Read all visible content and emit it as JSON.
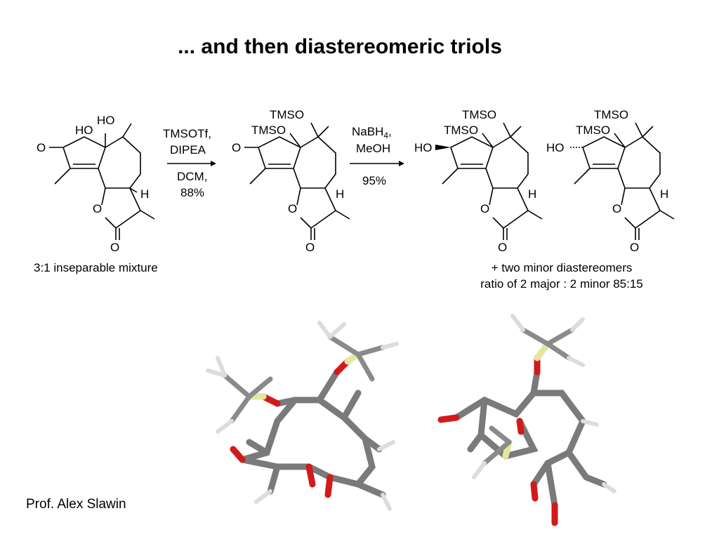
{
  "title": "... and  then diastereomeric triols",
  "scheme": {
    "compound1": {
      "labels": [
        "HO",
        "HO",
        "O",
        "O",
        "O",
        "H"
      ]
    },
    "compound2": {
      "labels": [
        "TMSO",
        "TMSO",
        "O",
        "O",
        "O",
        "H"
      ]
    },
    "compound3": {
      "labels": [
        "TMSO",
        "TMSO",
        "HO",
        "O",
        "O",
        "H"
      ]
    },
    "compound4": {
      "labels": [
        "TMSO",
        "TMSO",
        "HO",
        "O",
        "O",
        "H"
      ]
    },
    "arrow1": {
      "above": [
        "TMSOTf,",
        "DIPEA"
      ],
      "below": [
        "DCM,",
        "88%"
      ]
    },
    "arrow2": {
      "above_main": "NaBH",
      "above_sub": "4",
      "above_tail": ",",
      "above_line2": "MeOH",
      "below": "95%"
    }
  },
  "captions": {
    "left": "3:1 inseparable mixture",
    "right_line1": "+ two minor diastereomers",
    "right_line2": "ratio of 2 major : 2 minor 85:15"
  },
  "author": "Prof. Alex Slawin",
  "colors": {
    "carbon": "#808080",
    "oxygen": "#e01010",
    "silicon": "#e8e8a0",
    "hydrogen": "#d8d8d8"
  }
}
